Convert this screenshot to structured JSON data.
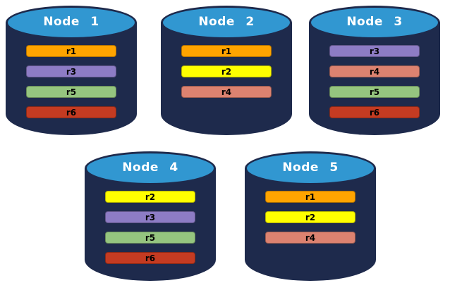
{
  "diagram": {
    "background": "#FFFFFF",
    "cylinder_body_color": "#1E2A4C",
    "cylinder_top_color": "#3197D1",
    "title_text_color": "#FFFFFF",
    "bar_text_color": "#000000"
  },
  "replica_colors": {
    "r1": "#FFA400",
    "r2": "#FFFF00",
    "r3": "#8D7CC5",
    "r4": "#DC8270",
    "r5": "#95C57F",
    "r6": "#C43B22"
  },
  "nodes": [
    {
      "label": "Node 1",
      "replicas": [
        "r1",
        "r3",
        "r5",
        "r6"
      ]
    },
    {
      "label": "Node 2",
      "replicas": [
        "r1",
        "r2",
        "r4"
      ]
    },
    {
      "label": "Node 3",
      "replicas": [
        "r3",
        "r4",
        "r5",
        "r6"
      ]
    },
    {
      "label": "Node 4",
      "replicas": [
        "r2",
        "r3",
        "r5",
        "r6"
      ]
    },
    {
      "label": "Node 5",
      "replicas": [
        "r1",
        "r2",
        "r4"
      ]
    }
  ]
}
